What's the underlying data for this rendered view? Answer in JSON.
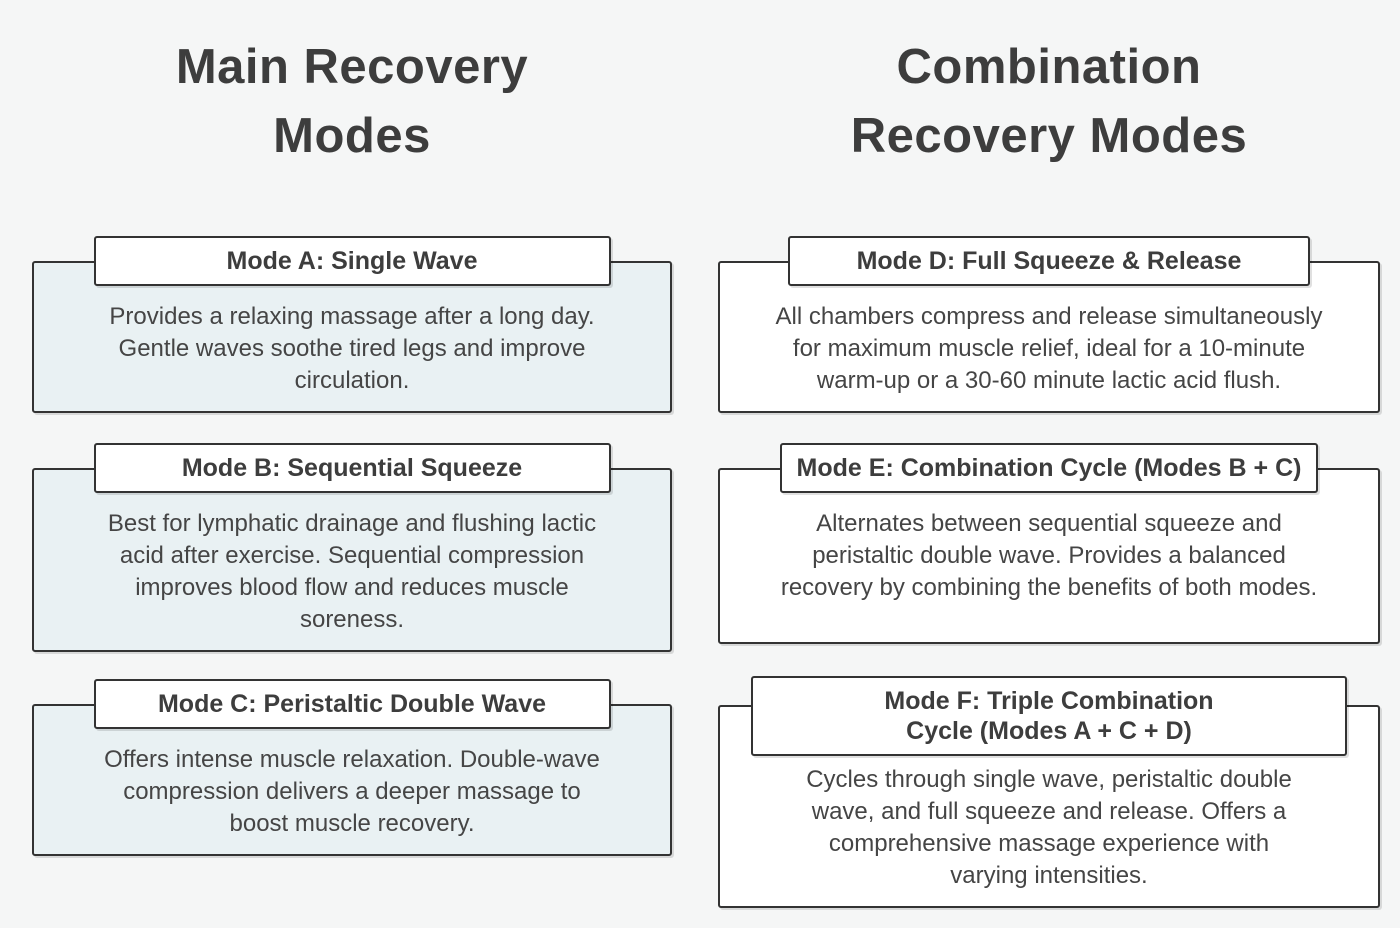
{
  "palette": {
    "background": "#f5f6f6",
    "left_card_fill": "#e9f1f3",
    "right_card_fill": "#ffffff",
    "border_color": "#333333",
    "heading_text_color": "#3d3d3d",
    "body_text_color": "#454545"
  },
  "columns": [
    {
      "heading": "Main Recovery\nModes",
      "cards": [
        {
          "title": "Mode A: Single Wave",
          "description": "Provides a relaxing massage after a long day.\nGentle waves soothe tired legs and improve\ncirculation."
        },
        {
          "title": "Mode B: Sequential Squeeze",
          "description": "Best for lymphatic drainage and flushing lactic\nacid after exercise. Sequential compression\nimproves blood flow and reduces muscle\nsoreness."
        },
        {
          "title": "Mode C: Peristaltic Double Wave",
          "description": "Offers intense muscle relaxation. Double-wave\ncompression delivers a deeper massage to\nboost muscle recovery."
        }
      ]
    },
    {
      "heading": "Combination\nRecovery Modes",
      "cards": [
        {
          "title": "Mode D: Full Squeeze & Release",
          "description": "All chambers compress and release simultaneously\nfor maximum muscle relief, ideal for a 10-minute\nwarm-up or a 30-60 minute lactic acid flush."
        },
        {
          "title": "Mode E: Combination Cycle (Modes B + C)",
          "description": "Alternates between sequential squeeze and\nperistaltic double wave. Provides a balanced\nrecovery by combining the benefits of both modes."
        },
        {
          "title": "Mode F: Triple Combination\nCycle (Modes A + C + D)",
          "description": "Cycles through single wave, peristaltic double\nwave, and full squeeze and release. Offers a\ncomprehensive massage experience with\nvarying intensities."
        }
      ]
    }
  ]
}
